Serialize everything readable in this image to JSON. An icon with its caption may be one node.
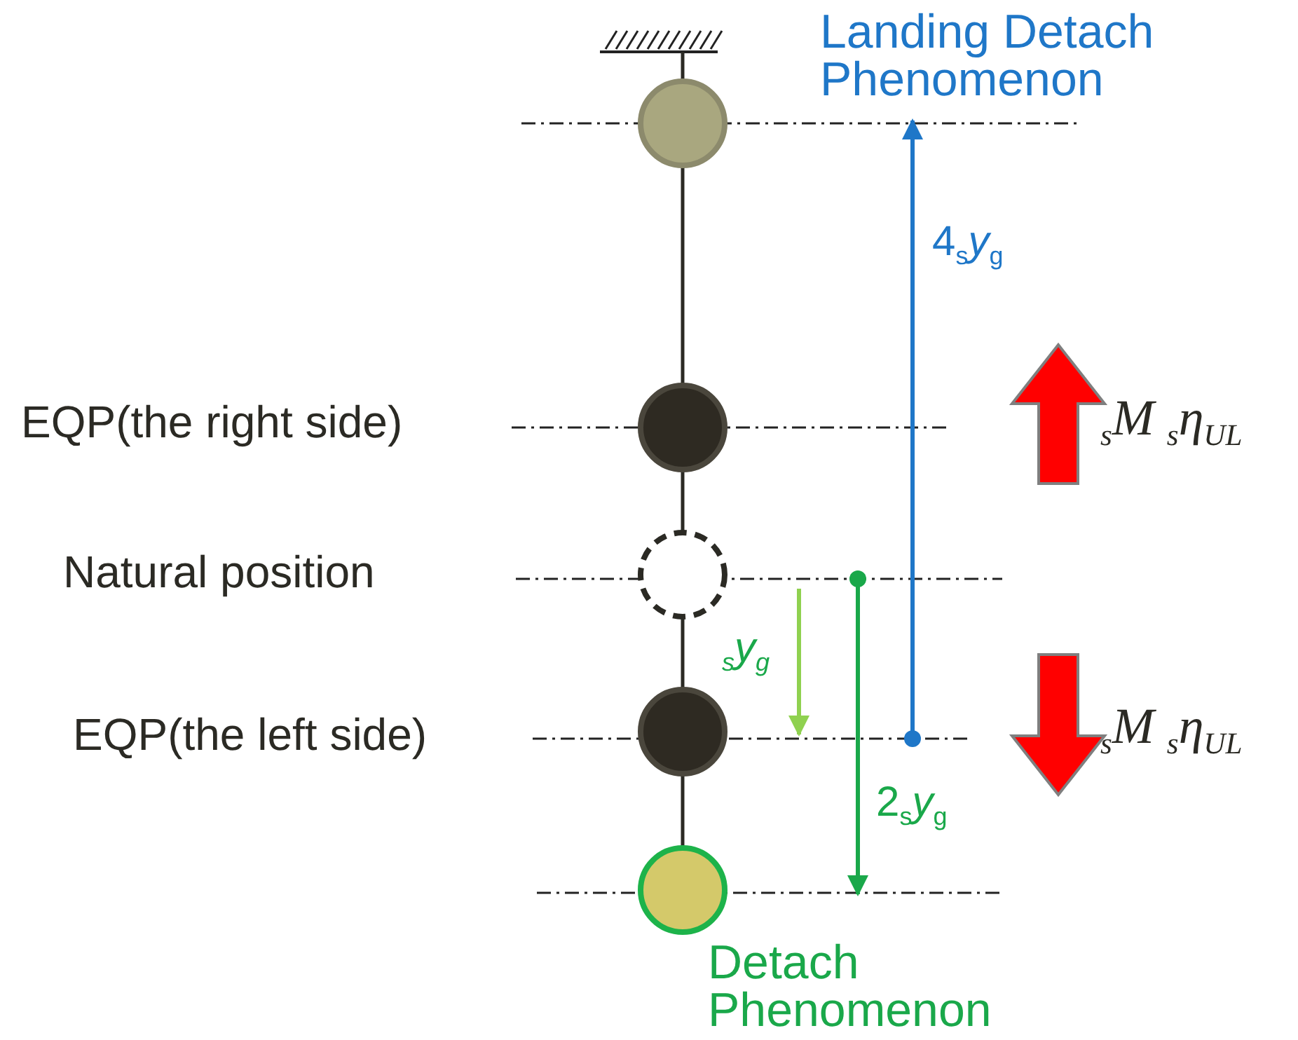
{
  "diagram": {
    "labels": [
      "Landing Detach Phenomenon",
      "4$_{s}$*y*$_{g}$",
      "EQP(the right side)",
      "$_{s}$M $_{s}$η$_{UL}$",
      "Natural position",
      "$_{s}$y$_{g}$",
      "EQP(the left side)",
      "$_{s}$M $_{s}$η$_{UL}$",
      "2$_{s}$*y*$_{g}$",
      "Detach Phenomenon"
    ]
  }
}
